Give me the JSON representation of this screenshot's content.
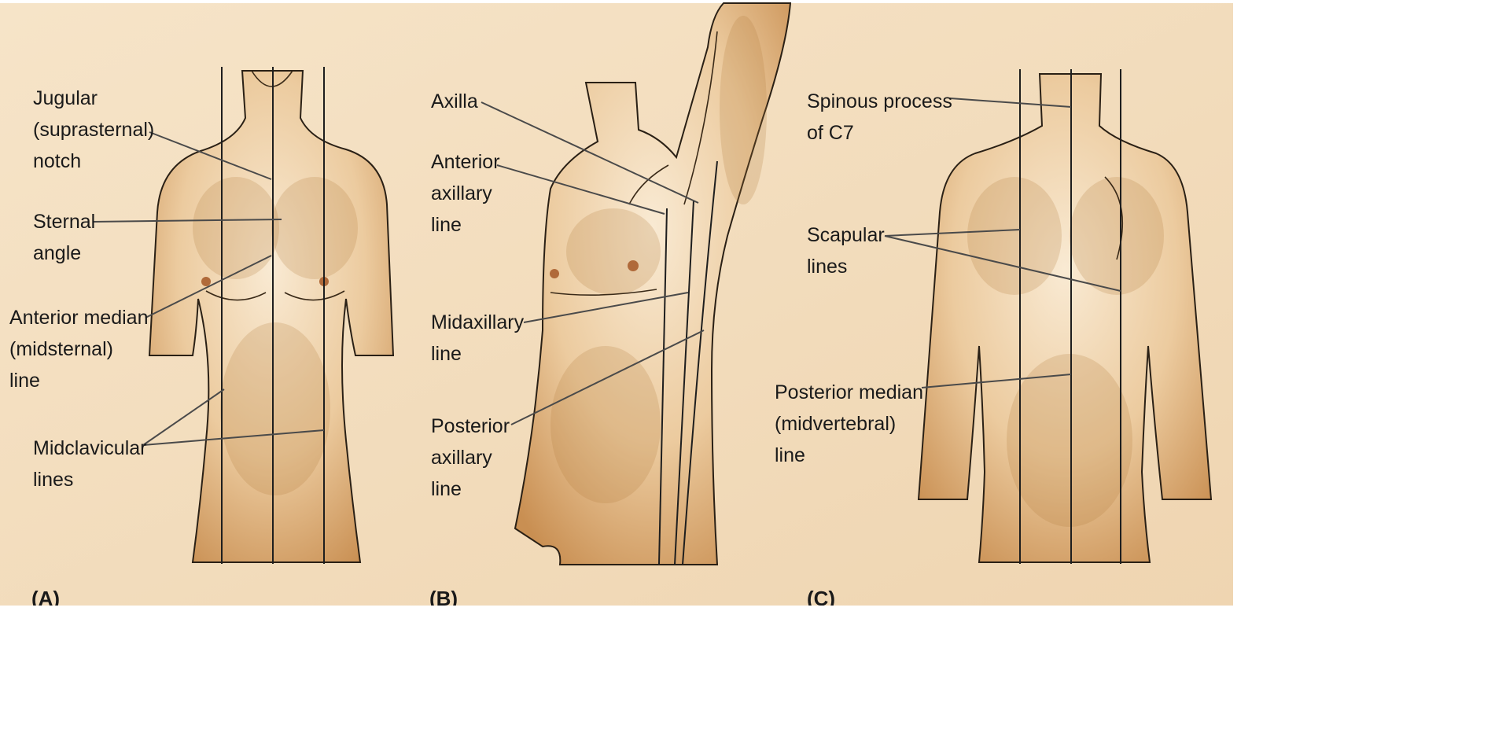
{
  "panels": [
    {
      "letter": "(A)",
      "labels": {
        "jugular": [
          "Jugular",
          "(suprasternal)",
          "notch"
        ],
        "sternal": [
          "Sternal",
          "angle"
        ],
        "anterior_median": [
          "Anterior median",
          "(midsternal)",
          "line"
        ],
        "midclavicular": [
          "Midclavicular",
          "lines"
        ]
      }
    },
    {
      "letter": "(B)",
      "labels": {
        "axilla": [
          "Axilla"
        ],
        "anterior_axillary": [
          "Anterior",
          "axillary",
          "line"
        ],
        "midaxillary": [
          "Midaxillary",
          "line"
        ],
        "posterior_axillary": [
          "Posterior",
          "axillary",
          "line"
        ]
      }
    },
    {
      "letter": "(C)",
      "labels": {
        "spinous": [
          "Spinous process",
          "of C7"
        ],
        "scapular": [
          "Scapular",
          "lines"
        ],
        "posterior_median": [
          "Posterior median",
          "(midvertebral)",
          "line"
        ]
      }
    }
  ],
  "colors": {
    "background": "#f3dcbc",
    "skin_light": "#f6e2c6",
    "skin_dark": "#c58a4c",
    "line": "#1e1e1e"
  }
}
